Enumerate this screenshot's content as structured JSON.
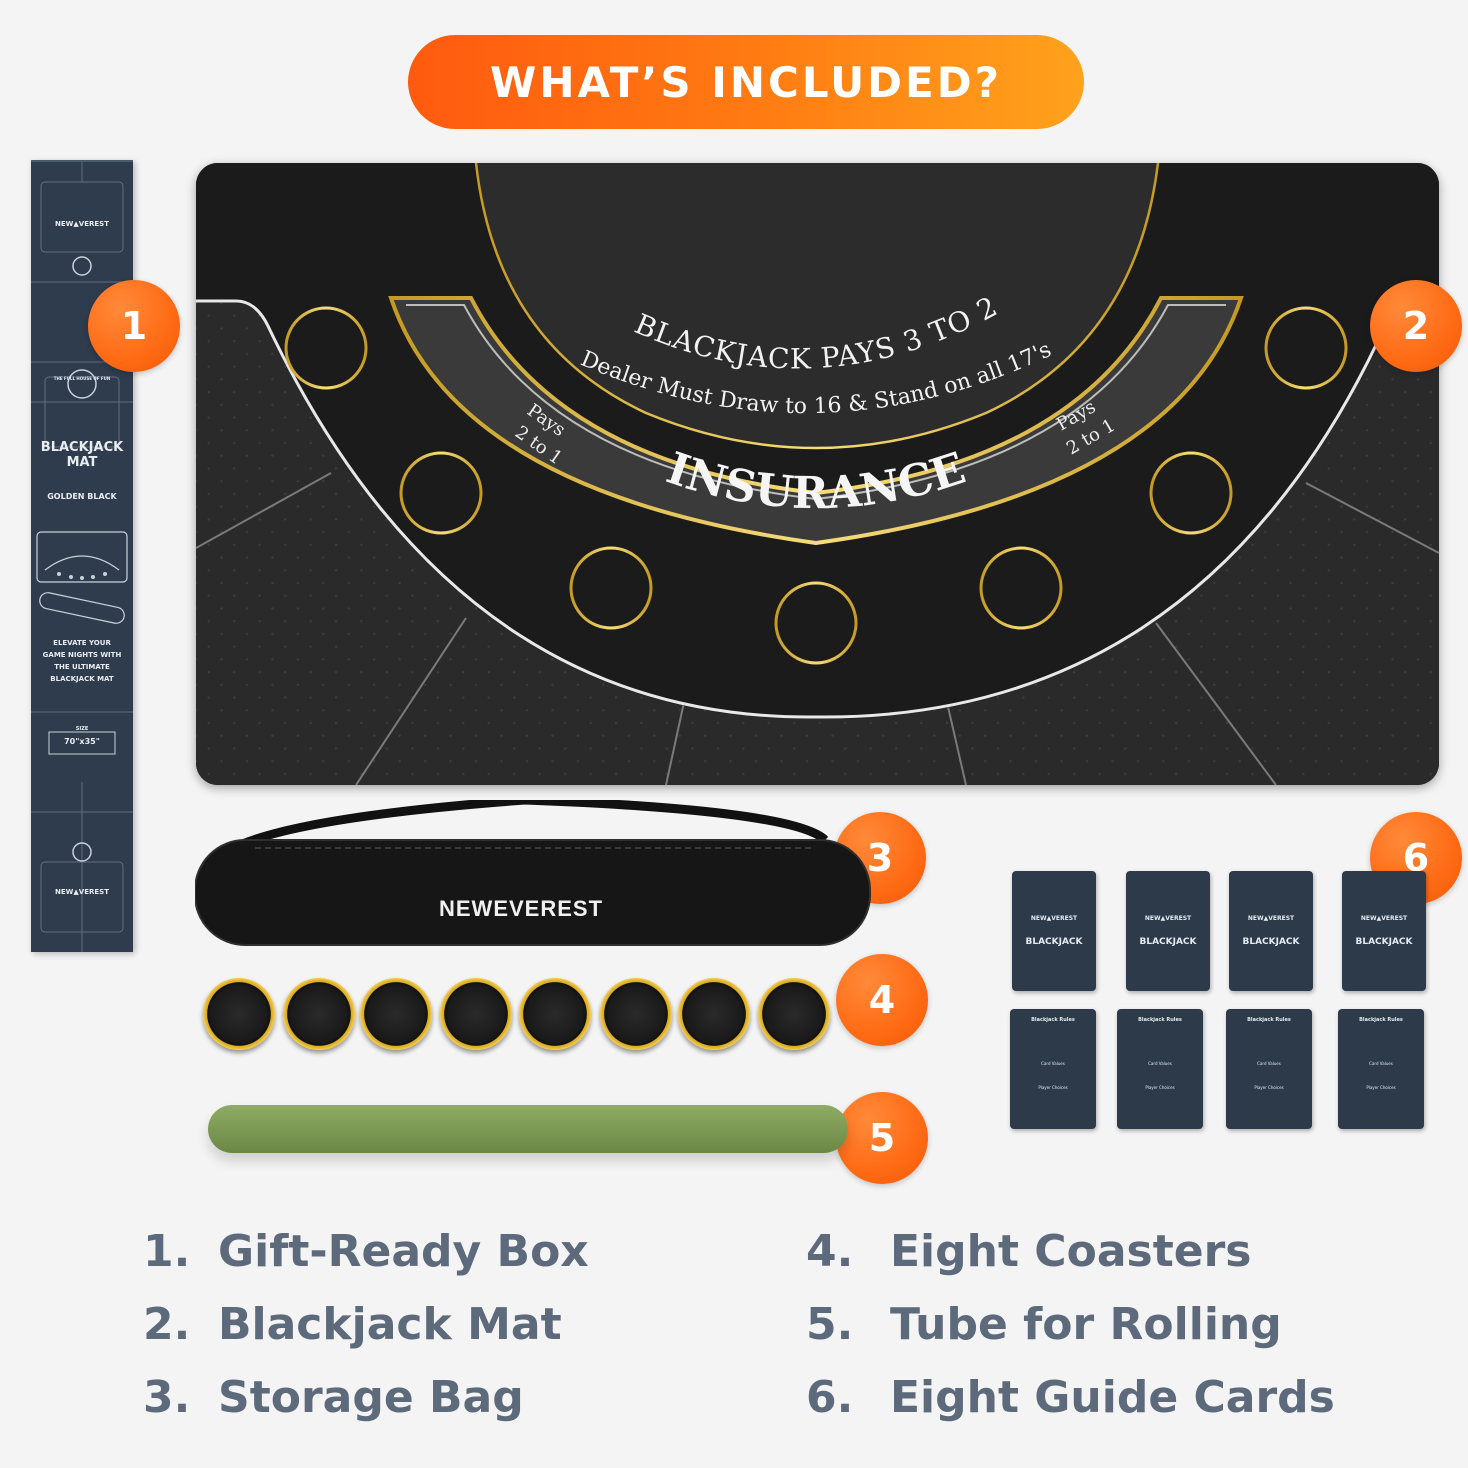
{
  "header": {
    "title": "WHAT’S INCLUDED?"
  },
  "badges": [
    "1",
    "2",
    "3",
    "4",
    "5",
    "6"
  ],
  "gift_box": {
    "brand": "NEW▲VEREST",
    "tagline_small": "THE FULL HOUSE OF FUN",
    "title_line1": "BLACKJACK",
    "title_line2": "MAT",
    "subtitle": "GOLDEN BLACK",
    "promo_line1": "ELEVATE YOUR",
    "promo_line2": "GAME NIGHTS WITH",
    "promo_line3": "THE ULTIMATE",
    "promo_line4": "BLACKJACK MAT",
    "size_label": "SIZE",
    "size_value": "70\"x35\""
  },
  "mat": {
    "main_text": "BLACKJACK PAYS 3 TO 2",
    "rule_text": "Dealer Must Draw to 16 & Stand on all 17's",
    "insurance": "INSURANCE",
    "pays_left_1": "Pays",
    "pays_left_2": "2 to 1",
    "pays_right_1": "Pays",
    "pays_right_2": "2 to 1"
  },
  "bag": {
    "brand": "NEWEVEREST"
  },
  "coasters": {
    "count": 8
  },
  "cards": {
    "brand": "NEW▲VEREST",
    "front_label": "BLACKJACK",
    "back_title": "Blackjack Rules",
    "back_sub1": "Card Values",
    "back_sub2": "Player Choices",
    "front_count": 4,
    "back_count": 4
  },
  "items": [
    {
      "num": "1.",
      "name": "Gift-Ready Box"
    },
    {
      "num": "2.",
      "name": "Blackjack Mat"
    },
    {
      "num": "3.",
      "name": "Storage Bag"
    },
    {
      "num": "4.",
      "name": "Eight Coasters"
    },
    {
      "num": "5.",
      "name": "Tube for Rolling"
    },
    {
      "num": "6.",
      "name": "Eight Guide Cards"
    }
  ],
  "colors": {
    "accent_orange": "#ff6a14",
    "mat_black": "#1c1c1c",
    "gold": "#e2bc3a",
    "box_navy": "#2f3c4d",
    "tube_green": "#7d9a55",
    "legend_gray": "#5d6a7b"
  }
}
